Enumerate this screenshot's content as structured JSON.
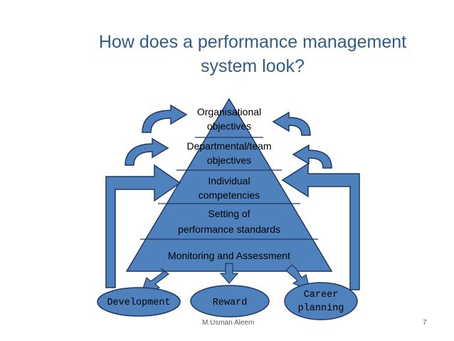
{
  "title": {
    "line1": "How does a performance management",
    "line2": "system look?"
  },
  "pyramid": {
    "fill_color": "#4f81bd",
    "stroke_color": "#1f3864",
    "levels": [
      {
        "line1": "Organisational",
        "line2": "objectives"
      },
      {
        "line1": "Departmental/team",
        "line2": "objectives"
      },
      {
        "line1": "Individual",
        "line2": "competencies"
      },
      {
        "line1": "Setting of",
        "line2": "performance standards"
      },
      {
        "line1": "Monitoring and Assessment",
        "line2": ""
      }
    ]
  },
  "outcomes": [
    {
      "line1": "Development",
      "line2": ""
    },
    {
      "line1": "Reward",
      "line2": ""
    },
    {
      "line1": "Career",
      "line2": "planning"
    }
  ],
  "footer": {
    "author": "M.Usman Aleem",
    "page_number": "7"
  }
}
